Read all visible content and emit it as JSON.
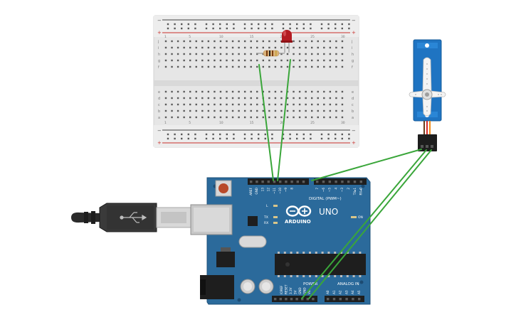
{
  "breadboard": {
    "row_letters_top": [
      "j",
      "i",
      "h",
      "g",
      "f"
    ],
    "row_letters_bottom": [
      "e",
      "d",
      "c",
      "b",
      "a"
    ],
    "column_numbers": [
      "1",
      "5",
      "10",
      "15",
      "20",
      "25",
      "30"
    ],
    "rail_plus": "+",
    "rail_minus": "−"
  },
  "arduino": {
    "brand": "ARDUINO",
    "model": "UNO",
    "digital_label": "DIGITAL (PWM~)",
    "power_label": "POWER",
    "analog_label": "ANALOG IN",
    "on_label": "ON",
    "tx_label": "TX",
    "rx_label": "RX",
    "l_label": "L",
    "digital_pins": [
      "AREF",
      "GND",
      "13",
      "12",
      "~11",
      "~10",
      "~9",
      "8",
      "7",
      "~6",
      "~5",
      "4",
      "~3",
      "2",
      "TX▸1",
      "RX◂0"
    ],
    "power_pins": [
      "IOREF",
      "RESET",
      "3.3V",
      "5V",
      "GND",
      "GND",
      "Vin"
    ],
    "analog_pins": [
      "A0",
      "A1",
      "A2",
      "A3",
      "A4",
      "A5"
    ]
  },
  "colors": {
    "board_blue": "#2b6a9b",
    "wire_green": "#3aa63a",
    "servo_blue": "#1f74c2",
    "led_red": "#c0242a",
    "breadboard": "#e9e9e9"
  }
}
